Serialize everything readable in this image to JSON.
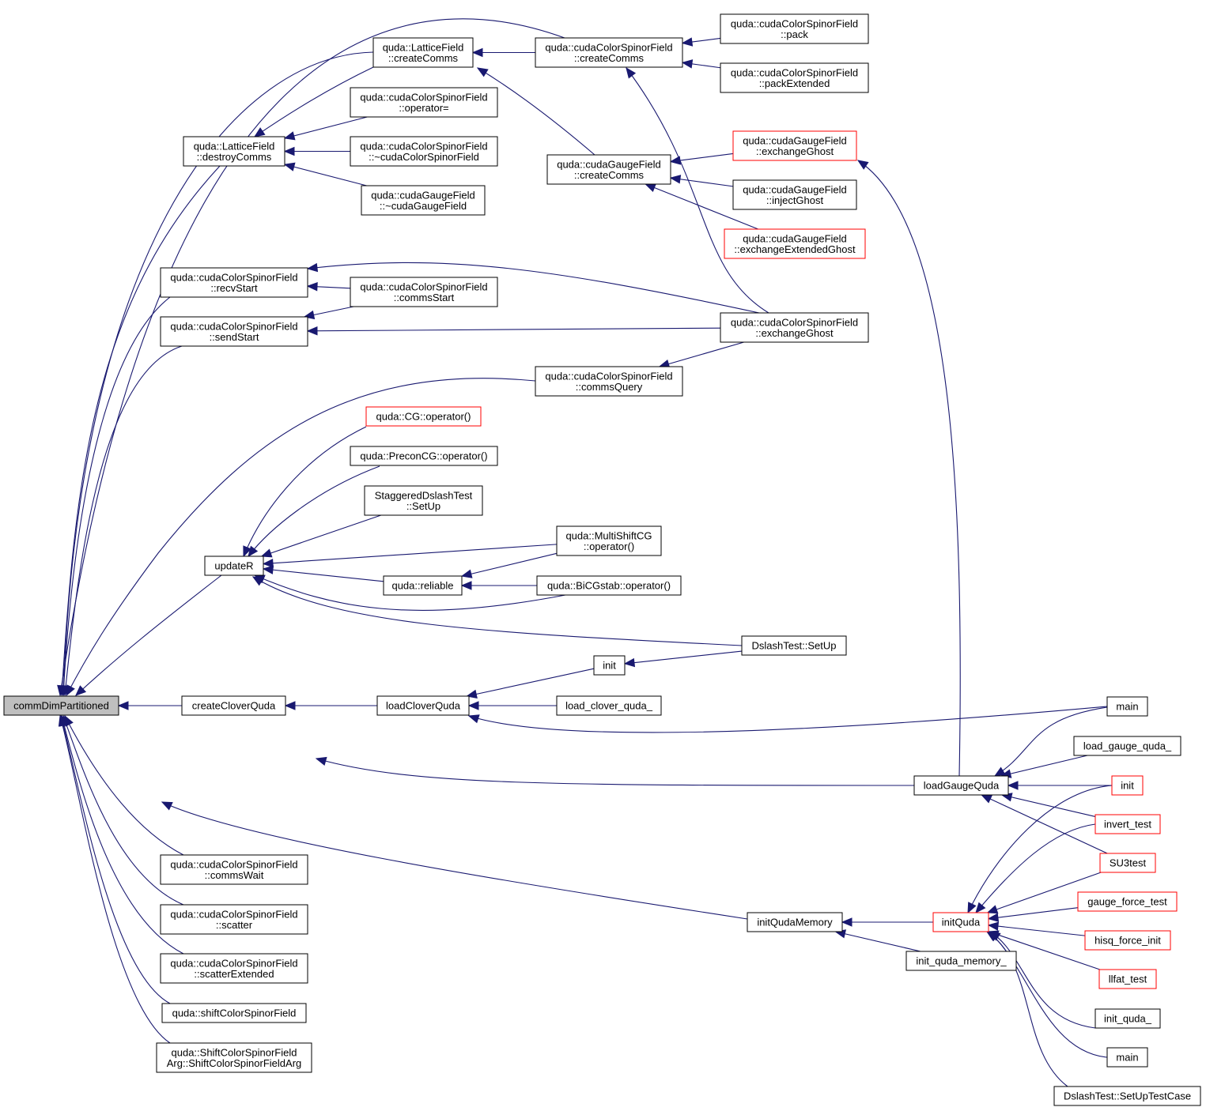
{
  "title": "commDimPartitioned caller graph",
  "colors": {
    "edge": "#191970",
    "root_fill": "#bfbfbf",
    "normal_border": "#000000",
    "truncated_border": "#ff0000"
  },
  "nodes": [
    {
      "id": "root",
      "lines": [
        "commDimPartitioned"
      ],
      "style": "root"
    },
    {
      "id": "lf_createComms",
      "lines": [
        "quda::LatticeField",
        "::createComms"
      ],
      "style": "normal"
    },
    {
      "id": "ccsf_createComms",
      "lines": [
        "quda::cudaColorSpinorField",
        "::createComms"
      ],
      "style": "normal"
    },
    {
      "id": "ccsf_pack",
      "lines": [
        "quda::cudaColorSpinorField",
        "::pack"
      ],
      "style": "normal"
    },
    {
      "id": "ccsf_packExtended",
      "lines": [
        "quda::cudaColorSpinorField",
        "::packExtended"
      ],
      "style": "normal"
    },
    {
      "id": "ccsf_opeq",
      "lines": [
        "quda::cudaColorSpinorField",
        "::operator="
      ],
      "style": "normal"
    },
    {
      "id": "lf_destroyComms",
      "lines": [
        "quda::LatticeField",
        "::destroyComms"
      ],
      "style": "normal"
    },
    {
      "id": "ccsf_dtor",
      "lines": [
        "quda::cudaColorSpinorField",
        "::~cudaColorSpinorField"
      ],
      "style": "normal"
    },
    {
      "id": "cgf_dtor",
      "lines": [
        "quda::cudaGaugeField",
        "::~cudaGaugeField"
      ],
      "style": "normal"
    },
    {
      "id": "cgf_createComms",
      "lines": [
        "quda::cudaGaugeField",
        "::createComms"
      ],
      "style": "normal"
    },
    {
      "id": "cgf_exchangeGhost",
      "lines": [
        "quda::cudaGaugeField",
        "::exchangeGhost"
      ],
      "style": "red"
    },
    {
      "id": "cgf_injectGhost",
      "lines": [
        "quda::cudaGaugeField",
        "::injectGhost"
      ],
      "style": "normal"
    },
    {
      "id": "cgf_exchangeExtendedGhost",
      "lines": [
        "quda::cudaGaugeField",
        "::exchangeExtendedGhost"
      ],
      "style": "red"
    },
    {
      "id": "ccsf_recvStart",
      "lines": [
        "quda::cudaColorSpinorField",
        "::recvStart"
      ],
      "style": "normal"
    },
    {
      "id": "ccsf_commsStart",
      "lines": [
        "quda::cudaColorSpinorField",
        "::commsStart"
      ],
      "style": "normal"
    },
    {
      "id": "ccsf_sendStart",
      "lines": [
        "quda::cudaColorSpinorField",
        "::sendStart"
      ],
      "style": "normal"
    },
    {
      "id": "ccsf_exchangeGhost",
      "lines": [
        "quda::cudaColorSpinorField",
        "::exchangeGhost"
      ],
      "style": "normal"
    },
    {
      "id": "ccsf_commsQuery",
      "lines": [
        "quda::cudaColorSpinorField",
        "::commsQuery"
      ],
      "style": "normal"
    },
    {
      "id": "cg_op",
      "lines": [
        "quda::CG::operator()"
      ],
      "style": "red"
    },
    {
      "id": "preconcg_op",
      "lines": [
        "quda::PreconCG::operator()"
      ],
      "style": "normal"
    },
    {
      "id": "sdt_setup",
      "lines": [
        "StaggeredDslashTest",
        "::SetUp"
      ],
      "style": "normal"
    },
    {
      "id": "updateR",
      "lines": [
        "updateR"
      ],
      "style": "normal"
    },
    {
      "id": "mscg_op",
      "lines": [
        "quda::MultiShiftCG",
        "::operator()"
      ],
      "style": "normal"
    },
    {
      "id": "reliable",
      "lines": [
        "quda::reliable"
      ],
      "style": "normal"
    },
    {
      "id": "bicg_op",
      "lines": [
        "quda::BiCGstab::operator()"
      ],
      "style": "normal"
    },
    {
      "id": "dt_setup",
      "lines": [
        "DslashTest::SetUp"
      ],
      "style": "normal"
    },
    {
      "id": "init1",
      "lines": [
        "init"
      ],
      "style": "normal"
    },
    {
      "id": "createCloverQuda",
      "lines": [
        "createCloverQuda"
      ],
      "style": "normal"
    },
    {
      "id": "loadCloverQuda",
      "lines": [
        "loadCloverQuda"
      ],
      "style": "normal"
    },
    {
      "id": "load_clover_quda_",
      "lines": [
        "load_clover_quda_"
      ],
      "style": "normal"
    },
    {
      "id": "main1",
      "lines": [
        "main"
      ],
      "style": "normal"
    },
    {
      "id": "load_gauge_quda_",
      "lines": [
        "load_gauge_quda_"
      ],
      "style": "normal"
    },
    {
      "id": "loadGaugeQuda",
      "lines": [
        "loadGaugeQuda"
      ],
      "style": "normal"
    },
    {
      "id": "init2",
      "lines": [
        "init"
      ],
      "style": "red"
    },
    {
      "id": "invert_test",
      "lines": [
        "invert_test"
      ],
      "style": "red"
    },
    {
      "id": "su3test",
      "lines": [
        "SU3test"
      ],
      "style": "red"
    },
    {
      "id": "gauge_force_test",
      "lines": [
        "gauge_force_test"
      ],
      "style": "red"
    },
    {
      "id": "ccsf_commsWait",
      "lines": [
        "quda::cudaColorSpinorField",
        "::commsWait"
      ],
      "style": "normal"
    },
    {
      "id": "ccsf_scatter",
      "lines": [
        "quda::cudaColorSpinorField",
        "::scatter"
      ],
      "style": "normal"
    },
    {
      "id": "ccsf_scatterExtended",
      "lines": [
        "quda::cudaColorSpinorField",
        "::scatterExtended"
      ],
      "style": "normal"
    },
    {
      "id": "shiftCSF",
      "lines": [
        "quda::shiftColorSpinorField"
      ],
      "style": "normal"
    },
    {
      "id": "shiftCSFArg",
      "lines": [
        "quda::ShiftColorSpinorField",
        "Arg::ShiftColorSpinorFieldArg"
      ],
      "style": "normal"
    },
    {
      "id": "initQudaMemory",
      "lines": [
        "initQudaMemory"
      ],
      "style": "normal"
    },
    {
      "id": "initQuda",
      "lines": [
        "initQuda"
      ],
      "style": "red"
    },
    {
      "id": "hisq_force_init",
      "lines": [
        "hisq_force_init"
      ],
      "style": "red"
    },
    {
      "id": "init_quda_memory_",
      "lines": [
        "init_quda_memory_"
      ],
      "style": "normal"
    },
    {
      "id": "llfat_test",
      "lines": [
        "llfat_test"
      ],
      "style": "red"
    },
    {
      "id": "init_quda_",
      "lines": [
        "init_quda_"
      ],
      "style": "normal"
    },
    {
      "id": "main2",
      "lines": [
        "main"
      ],
      "style": "normal"
    },
    {
      "id": "dt_setUpTestCase",
      "lines": [
        "DslashTest::SetUpTestCase"
      ],
      "style": "normal"
    }
  ],
  "edges": [
    {
      "from": "lf_createComms",
      "to": "root"
    },
    {
      "from": "ccsf_createComms",
      "to": "root"
    },
    {
      "from": "lf_destroyComms",
      "to": "root"
    },
    {
      "from": "ccsf_recvStart",
      "to": "root"
    },
    {
      "from": "ccsf_sendStart",
      "to": "root"
    },
    {
      "from": "ccsf_commsQuery",
      "to": "root"
    },
    {
      "from": "updateR",
      "to": "root"
    },
    {
      "from": "createCloverQuda",
      "to": "root"
    },
    {
      "from": "loadGaugeQuda",
      "to": "root"
    },
    {
      "from": "initQudaMemory",
      "to": "root"
    },
    {
      "from": "ccsf_commsWait",
      "to": "root"
    },
    {
      "from": "ccsf_scatter",
      "to": "root"
    },
    {
      "from": "ccsf_scatterExtended",
      "to": "root"
    },
    {
      "from": "shiftCSF",
      "to": "root"
    },
    {
      "from": "shiftCSFArg",
      "to": "root"
    },
    {
      "from": "ccsf_createComms",
      "to": "lf_createComms"
    },
    {
      "from": "cgf_createComms",
      "to": "lf_createComms"
    },
    {
      "from": "lf_createComms",
      "to": "lf_destroyComms"
    },
    {
      "from": "ccsf_opeq",
      "to": "lf_destroyComms"
    },
    {
      "from": "ccsf_dtor",
      "to": "lf_destroyComms"
    },
    {
      "from": "cgf_dtor",
      "to": "lf_destroyComms"
    },
    {
      "from": "ccsf_pack",
      "to": "ccsf_createComms"
    },
    {
      "from": "ccsf_packExtended",
      "to": "ccsf_createComms"
    },
    {
      "from": "ccsf_exchangeGhost",
      "to": "ccsf_createComms"
    },
    {
      "from": "cgf_exchangeGhost",
      "to": "cgf_createComms"
    },
    {
      "from": "cgf_injectGhost",
      "to": "cgf_createComms"
    },
    {
      "from": "cgf_exchangeExtendedGhost",
      "to": "cgf_createComms"
    },
    {
      "from": "loadGaugeQuda",
      "to": "cgf_exchangeGhost"
    },
    {
      "from": "ccsf_commsStart",
      "to": "ccsf_recvStart"
    },
    {
      "from": "ccsf_exchangeGhost",
      "to": "ccsf_recvStart"
    },
    {
      "from": "ccsf_commsStart",
      "to": "ccsf_sendStart"
    },
    {
      "from": "ccsf_exchangeGhost",
      "to": "ccsf_sendStart"
    },
    {
      "from": "ccsf_exchangeGhost",
      "to": "ccsf_commsQuery"
    },
    {
      "from": "cg_op",
      "to": "updateR"
    },
    {
      "from": "preconcg_op",
      "to": "updateR"
    },
    {
      "from": "sdt_setup",
      "to": "updateR"
    },
    {
      "from": "mscg_op",
      "to": "updateR"
    },
    {
      "from": "reliable",
      "to": "updateR"
    },
    {
      "from": "bicg_op",
      "to": "updateR"
    },
    {
      "from": "dt_setup",
      "to": "updateR"
    },
    {
      "from": "mscg_op",
      "to": "reliable"
    },
    {
      "from": "bicg_op",
      "to": "reliable"
    },
    {
      "from": "dt_setup",
      "to": "init1"
    },
    {
      "from": "loadCloverQuda",
      "to": "createCloverQuda"
    },
    {
      "from": "init1",
      "to": "loadCloverQuda"
    },
    {
      "from": "load_clover_quda_",
      "to": "loadCloverQuda"
    },
    {
      "from": "main1",
      "to": "loadCloverQuda"
    },
    {
      "from": "main1",
      "to": "loadGaugeQuda"
    },
    {
      "from": "load_gauge_quda_",
      "to": "loadGaugeQuda"
    },
    {
      "from": "init2",
      "to": "loadGaugeQuda"
    },
    {
      "from": "invert_test",
      "to": "loadGaugeQuda"
    },
    {
      "from": "su3test",
      "to": "loadGaugeQuda"
    },
    {
      "from": "initQuda",
      "to": "initQudaMemory"
    },
    {
      "from": "init_quda_memory_",
      "to": "initQudaMemory"
    },
    {
      "from": "init2",
      "to": "initQuda"
    },
    {
      "from": "invert_test",
      "to": "initQuda"
    },
    {
      "from": "su3test",
      "to": "initQuda"
    },
    {
      "from": "gauge_force_test",
      "to": "initQuda"
    },
    {
      "from": "hisq_force_init",
      "to": "initQuda"
    },
    {
      "from": "llfat_test",
      "to": "initQuda"
    },
    {
      "from": "init_quda_",
      "to": "initQuda"
    },
    {
      "from": "main2",
      "to": "initQuda"
    },
    {
      "from": "dt_setUpTestCase",
      "to": "initQuda"
    }
  ]
}
